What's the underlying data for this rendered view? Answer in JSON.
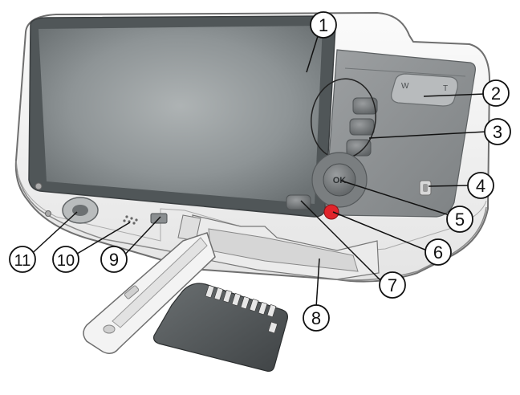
{
  "callouts": [
    {
      "id": "1",
      "label": "1"
    },
    {
      "id": "2",
      "label": "2"
    },
    {
      "id": "3",
      "label": "3"
    },
    {
      "id": "4",
      "label": "4"
    },
    {
      "id": "5",
      "label": "5"
    },
    {
      "id": "6",
      "label": "6"
    },
    {
      "id": "7",
      "label": "7"
    },
    {
      "id": "8",
      "label": "8"
    },
    {
      "id": "9",
      "label": "9"
    },
    {
      "id": "10",
      "label": "10"
    },
    {
      "id": "11",
      "label": "11"
    }
  ],
  "buttons": {
    "ok_label": "OK",
    "zoom_wide": "W",
    "zoom_tele": "T"
  },
  "colors": {
    "body": "#f2f2f2",
    "outline": "#6f6f6f",
    "screen": "#7d8486",
    "panel": "#8d9092",
    "share_button": "#e0242b",
    "card": "#555a5c"
  }
}
